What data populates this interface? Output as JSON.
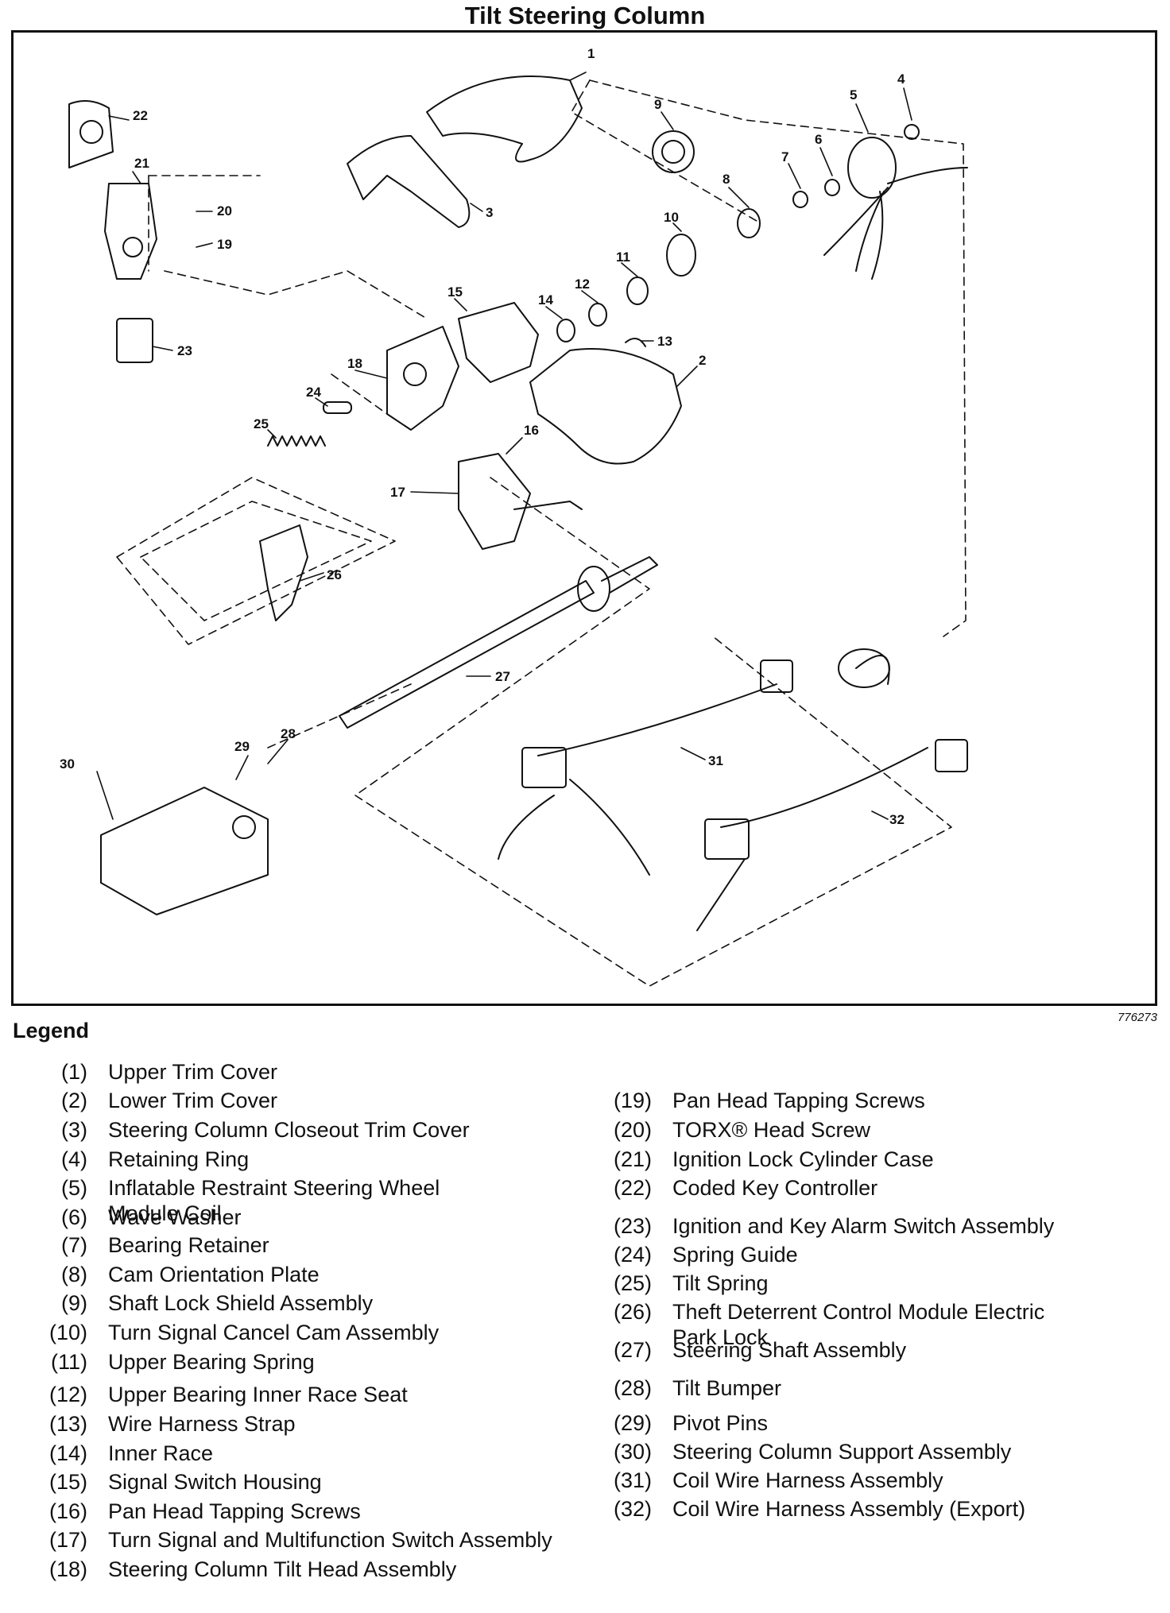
{
  "title": "Tilt Steering Column",
  "figure_id": "776273",
  "legend_heading": "Legend",
  "legend": [
    {
      "num": "(1)",
      "text": "Upper Trim Cover"
    },
    {
      "num": "(2)",
      "text": "Lower Trim Cover"
    },
    {
      "num": "(3)",
      "text": "Steering Column Closeout Trim Cover"
    },
    {
      "num": "(4)",
      "text": "Retaining Ring"
    },
    {
      "num": "(5)",
      "text": "Inflatable Restraint Steering Wheel",
      "text2": "Module Coil"
    },
    {
      "num": "(6)",
      "text": "Wave Washer"
    },
    {
      "num": "(7)",
      "text": "Bearing Retainer"
    },
    {
      "num": "(8)",
      "text": "Cam Orientation Plate"
    },
    {
      "num": "(9)",
      "text": "Shaft Lock Shield Assembly"
    },
    {
      "num": "(10)",
      "text": "Turn Signal Cancel Cam Assembly"
    },
    {
      "num": "(11)",
      "text": "Upper Bearing Spring"
    },
    {
      "num": "(12)",
      "text": "Upper Bearing Inner Race Seat"
    },
    {
      "num": "(13)",
      "text": "Wire Harness Strap"
    },
    {
      "num": "(14)",
      "text": "Inner Race"
    },
    {
      "num": "(15)",
      "text": "Signal Switch Housing"
    },
    {
      "num": "(16)",
      "text": "Pan Head Tapping Screws"
    },
    {
      "num": "(17)",
      "text": "Turn Signal and Multifunction Switch Assembly"
    },
    {
      "num": "(18)",
      "text": "Steering Column Tilt Head Assembly"
    },
    {
      "num": "(19)",
      "text": "Pan Head Tapping Screws"
    },
    {
      "num": "(20)",
      "text": "TORX® Head Screw"
    },
    {
      "num": "(21)",
      "text": "Ignition Lock Cylinder Case"
    },
    {
      "num": "(22)",
      "text": "Coded Key Controller"
    },
    {
      "num": "(23)",
      "text": "Ignition and Key Alarm Switch Assembly"
    },
    {
      "num": "(24)",
      "text": "Spring Guide"
    },
    {
      "num": "(25)",
      "text": "Tilt Spring"
    },
    {
      "num": "(26)",
      "text": "Theft Deterrent Control Module Electric",
      "text2": "Park Lock"
    },
    {
      "num": "(27)",
      "text": "Steering Shaft Assembly"
    },
    {
      "num": "(28)",
      "text": "Tilt Bumper"
    },
    {
      "num": "(29)",
      "text": "Pivot Pins"
    },
    {
      "num": "(30)",
      "text": "Steering Column Support Assembly"
    },
    {
      "num": "(31)",
      "text": "Coil Wire Harness Assembly"
    },
    {
      "num": "(32)",
      "text": "Coil Wire Harness Assembly (Export)"
    }
  ],
  "callouts": [
    "1",
    "2",
    "3",
    "4",
    "5",
    "6",
    "7",
    "8",
    "9",
    "10",
    "11",
    "12",
    "13",
    "14",
    "15",
    "16",
    "17",
    "18",
    "19",
    "20",
    "21",
    "22",
    "23",
    "24",
    "25",
    "26",
    "27",
    "28",
    "29",
    "30",
    "31",
    "32"
  ]
}
